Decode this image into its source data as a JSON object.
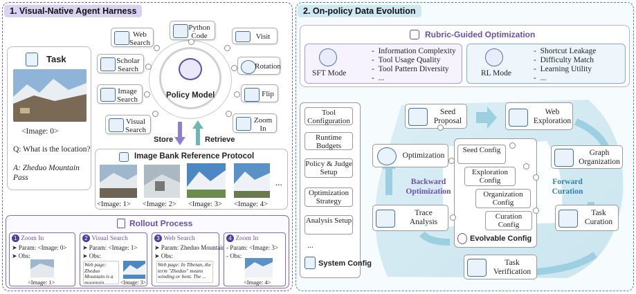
{
  "left": {
    "header": "1. Visual-Native Agent Harness",
    "task": {
      "title": "Task",
      "image_tag": "<Image: 0>",
      "question": "Q: What is the location?",
      "answer": "A: Zheduo Mountain Pass"
    },
    "policy_model": "Policy Model",
    "tools": {
      "web_search": "Web Search",
      "python_code": "Python Code",
      "visit": "Visit",
      "scholar_search": "Scholar Search",
      "rotation": "Rotation",
      "image_search": "Image Search",
      "flip": "Flip",
      "visual_search": "Visual Search",
      "zoom_in": "Zoom In"
    },
    "store": "Store",
    "retrieve": "Retrieve",
    "image_bank": {
      "title": "Image Bank Reference Protocol",
      "images": [
        "<Image: 1>",
        "<Image: 2>",
        "<Image: 3>",
        "<Image: 4>"
      ],
      "more": "..."
    },
    "rollout": {
      "title": "Rollout Process",
      "steps": [
        {
          "num": "1",
          "name": "Zoom In",
          "param_label": "Param:",
          "param": "<Image: 0>",
          "obs_label": "Obs:",
          "obs_img": "<Image: 1>",
          "obs_text": ""
        },
        {
          "num": "2",
          "name": "Visual Search",
          "param_label": "Param:",
          "param": "<Image: 1>",
          "obs_label": "Obs:",
          "obs_img": "<Image: 3>",
          "obs_text": "Web page: Zheduo Mountain is a mountain peak..."
        },
        {
          "num": "3",
          "name": "Web Search",
          "param_label": "Param:",
          "param": "Zheduo Mountain",
          "obs_label": "Obs:",
          "obs_img": "",
          "obs_text": "Web page: In Tibetan, the term \"Zheduo\" means winding or bent. The ..."
        },
        {
          "num": "4",
          "name": "Zoom In",
          "param_label": "- Param:",
          "param": "<Image: 3>",
          "obs_label": "- Obs:",
          "obs_img": "<Image: 4>",
          "obs_text": ""
        }
      ]
    }
  },
  "right": {
    "header": "2. On-policy Data Evolution",
    "rubric": {
      "title": "Rubric-Guided Optimization",
      "sft": {
        "label": "SFT Mode",
        "items": [
          "Information Complexity",
          "Tool Usage Quality",
          "Tool Pattern Diversity",
          "..."
        ]
      },
      "rl": {
        "label": "RL Mode",
        "items": [
          "Shortcut Leakage",
          "Difficulty Match",
          "Learning Utility",
          "..."
        ]
      }
    },
    "system_config": {
      "title": "System Config",
      "items": [
        "Tool Configuration",
        "Runtime Budgets",
        "Policy & Judge Setup",
        "Optimization Strategy",
        "Analysis Setup",
        "..."
      ]
    },
    "nodes": {
      "seed_proposal": "Seed Proposal",
      "web_exploration": "Web Exploration",
      "graph_organization": "Graph Organization",
      "task_curation": "Task Curation",
      "task_verification": "Task Verification",
      "trace_analysis": "Trace Analysis",
      "optimization": "Optimization"
    },
    "backward": "Backward Optimization",
    "forward": "Forward Curation",
    "evolvable": {
      "title": "Evolvable Config",
      "items": [
        "Seed Config",
        "Exploration Config",
        "Organization Config",
        "Curation Config"
      ]
    }
  },
  "colors": {
    "purple": "#6a4fb0",
    "blue": "#2f7fb0",
    "left_header_bg": "#d9d3f1",
    "right_header_bg": "#cfe8f2"
  }
}
